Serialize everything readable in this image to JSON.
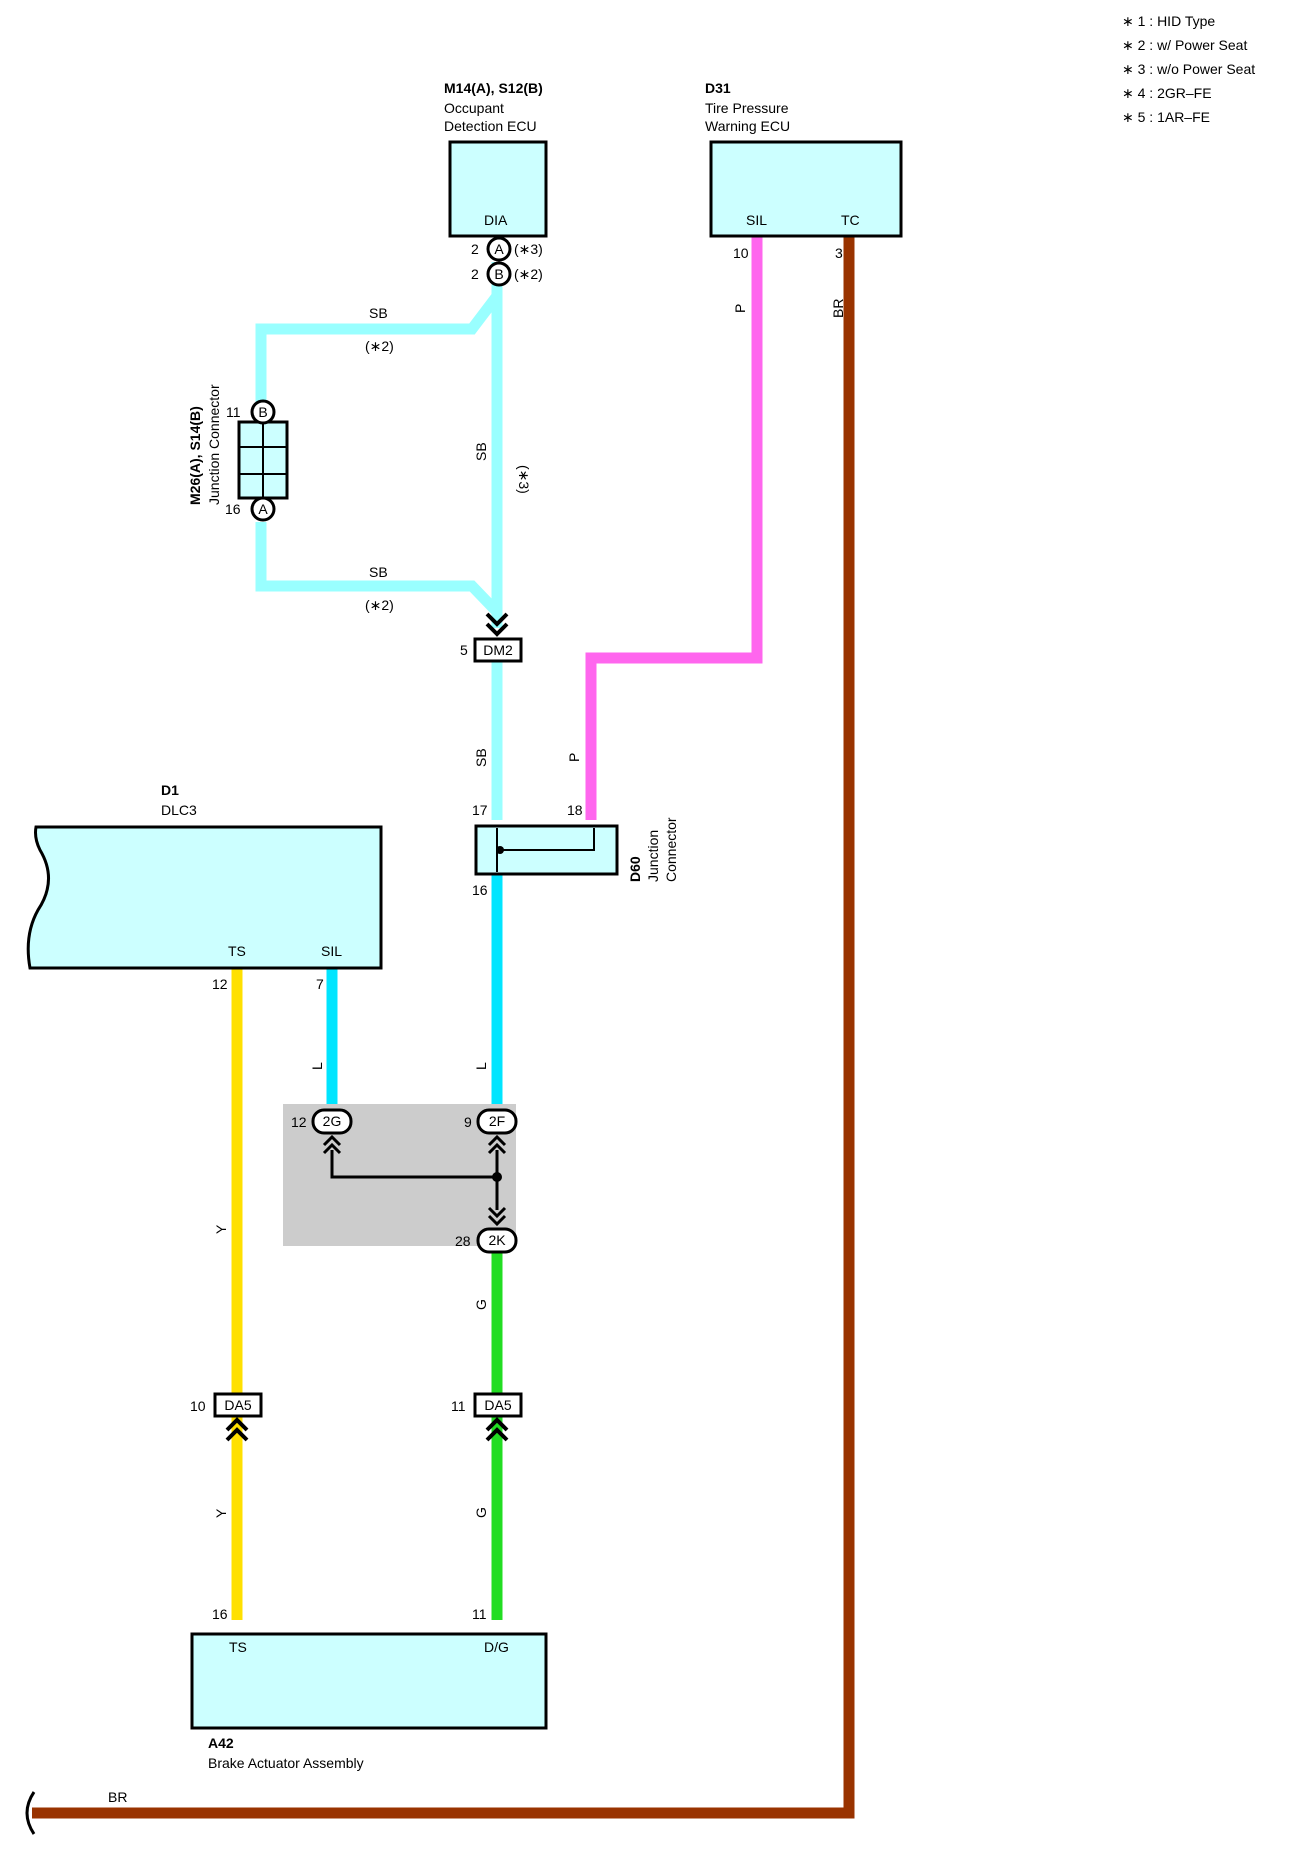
{
  "notes": [
    "∗ 1 : HID Type",
    "∗ 2 : w/ Power Seat",
    "∗ 3 : w/o Power Seat",
    "∗ 4 : 2GR–FE",
    "∗ 5 : 1AR–FE"
  ],
  "colors": {
    "box_fill": "#ccffff",
    "SB": "#99ffff",
    "L": "#00e5ff",
    "P": "#ff66ee",
    "BR": "#993300",
    "Y": "#ffe000",
    "G": "#22dd22",
    "splice_area": "#cccccc"
  },
  "components": {
    "ode": {
      "code": "M14(A), S12(B)",
      "name1": "Occupant",
      "name2": "Detection ECU",
      "pin": "DIA"
    },
    "tpw": {
      "code": "D31",
      "name1": "Tire Pressure",
      "name2": "Warning ECU",
      "pin_sil": "SIL",
      "pin_tc": "TC"
    },
    "jc_side": {
      "code": "M26(A), S14(B)",
      "name": "Junction Connector"
    },
    "dlc": {
      "code": "D1",
      "name": "DLC3",
      "pin_ts": "TS",
      "pin_sil": "SIL"
    },
    "jc_d60": {
      "code": "D60",
      "name1": "Junction",
      "name2": "Connector"
    },
    "brake": {
      "code": "A42",
      "name": "Brake Actuator Assembly",
      "pin_ts": "TS",
      "pin_dg": "D/G"
    }
  },
  "connectors": {
    "dm2": "DM2",
    "da5_left": "DA5",
    "da5_right": "DA5",
    "c2g": "2G",
    "c2f": "2F",
    "c2k": "2K",
    "a": "A",
    "b": "B",
    "jc_a": "A",
    "jc_b": "B"
  },
  "pins": {
    "ode_a": "2",
    "ode_b": "2",
    "tpw_sil": "10",
    "tpw_tc": "3",
    "jc_b": "11",
    "jc_a": "16",
    "dm2": "5",
    "d60_17": "17",
    "d60_18": "18",
    "d60_16": "16",
    "dlc_ts": "12",
    "dlc_sil": "7",
    "c2g": "12",
    "c2f": "9",
    "c2k": "28",
    "da5_left": "10",
    "da5_right": "11",
    "brake_ts": "16",
    "brake_dg": "11"
  },
  "notes_inline": {
    "star3": "(∗3)",
    "star2": "(∗2)"
  },
  "wires": {
    "sb": "SB",
    "p": "P",
    "br": "BR",
    "l": "L",
    "y": "Y",
    "g": "G"
  }
}
